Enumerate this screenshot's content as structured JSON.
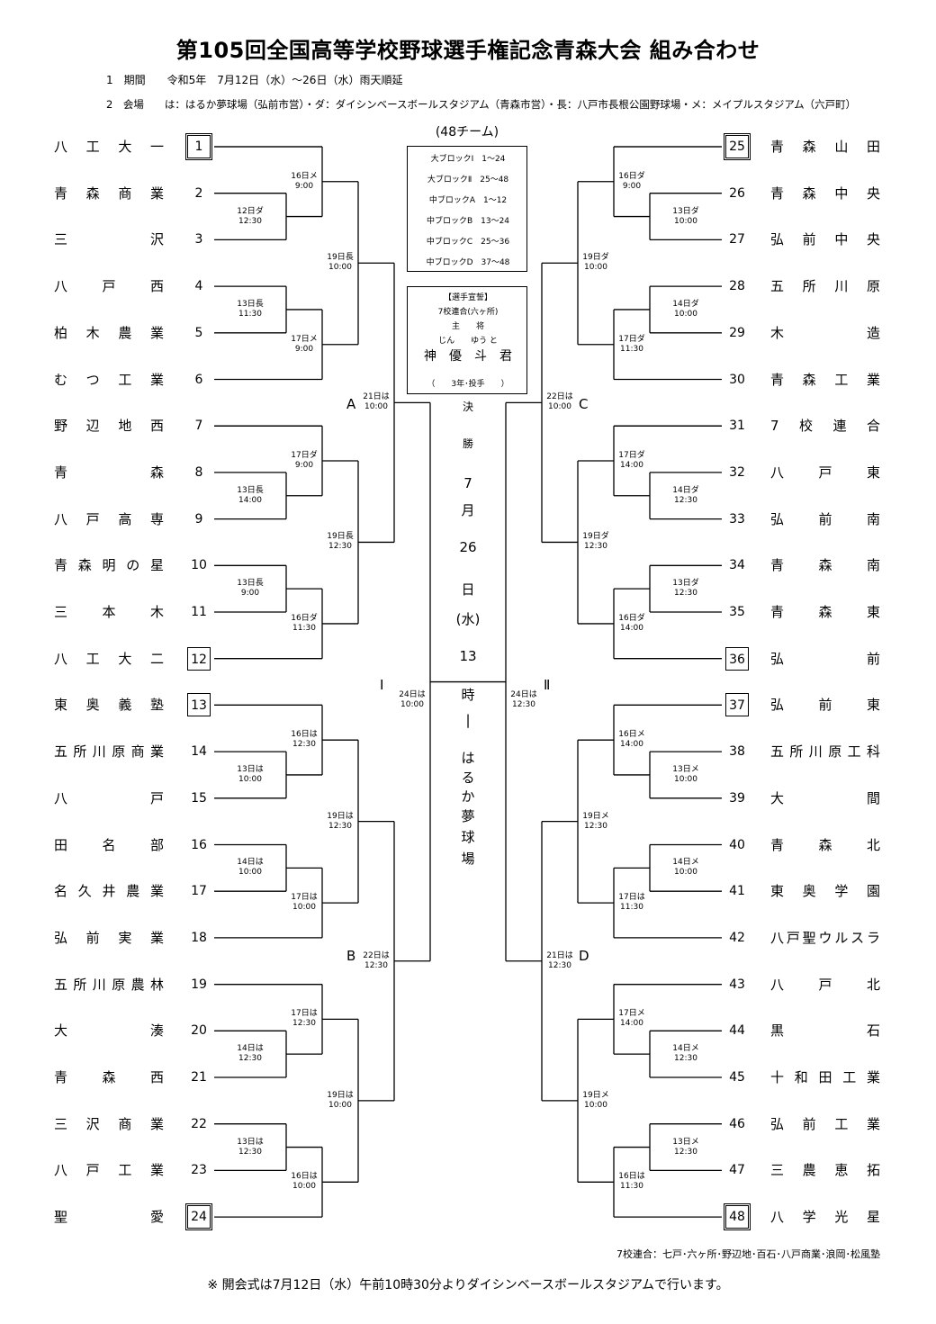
{
  "title": "第105回全国高等学校野球選手権記念青森大会 組み合わせ",
  "period": "1　期間　　令和5年　7月12日（水）～26日（水）雨天順延",
  "venues": "2　会場　　は：はるか夢球場（弘前市営）・ダ：ダイシンベースボールスタジアム（青森市営）・長：八戸市長根公園野球場・メ：メイプルスタジアム（六戸町）",
  "legend": {
    "title": "(48チーム)",
    "rows": [
      "大ブロックⅠ　1～24",
      "大ブロックⅡ　25～48",
      "中ブロックA　1～12",
      "中ブロックB　13～24",
      "中ブロックC　25～36",
      "中ブロックD　37～48"
    ]
  },
  "oath": {
    "rows": [
      "【選手宣誓】",
      "7校連合(六ヶ所)",
      "主　　将",
      "じん　　ゆう と",
      "神　優　斗　君",
      "（　　3年･投手　　）"
    ]
  },
  "final": {
    "chars": [
      "決",
      "勝",
      "7",
      "月",
      "26",
      "日",
      "(水)",
      "13",
      "時",
      "|",
      "は",
      "る",
      "か",
      "夢",
      "球",
      "場"
    ]
  },
  "blocks": {
    "A": "A",
    "B": "B",
    "C": "C",
    "D": "D",
    "I": "Ⅰ",
    "II": "Ⅱ"
  },
  "left_teams": [
    "八工大一",
    "青森商業",
    "三沢",
    "八戸西",
    "柏木農業",
    "むつ工業",
    "野辺地西",
    "青森",
    "八戸高専",
    "青森明の星",
    "三本木",
    "八工大二",
    "東奥義塾",
    "五所川原商業",
    "八戸",
    "田名部",
    "名久井農業",
    "弘前実業",
    "五所川原農林",
    "大湊",
    "青森西",
    "三沢商業",
    "八戸工業",
    "聖愛"
  ],
  "right_teams": [
    "青森山田",
    "青森中央",
    "弘前中央",
    "五所川原",
    "木造",
    "青森工業",
    "7校連合",
    "八戸東",
    "弘前南",
    "青森南",
    "青森東",
    "弘前",
    "弘前東",
    "五所川原工科",
    "大間",
    "青森北",
    "東奥学園",
    "八戸聖ウルスラ",
    "八戸北",
    "黒石",
    "十和田工業",
    "弘前工業",
    "三農恵拓",
    "八学光星"
  ],
  "left_nums": [
    "1",
    "2",
    "3",
    "4",
    "5",
    "6",
    "7",
    "8",
    "9",
    "10",
    "11",
    "12",
    "13",
    "14",
    "15",
    "16",
    "17",
    "18",
    "19",
    "20",
    "21",
    "22",
    "23",
    "24"
  ],
  "right_nums": [
    "25",
    "26",
    "27",
    "28",
    "29",
    "30",
    "31",
    "32",
    "33",
    "34",
    "35",
    "36",
    "37",
    "38",
    "39",
    "40",
    "41",
    "42",
    "43",
    "44",
    "45",
    "46",
    "47",
    "48"
  ],
  "games": {
    "L1": [
      "12日ダ",
      "12:30"
    ],
    "L2": [
      "16日メ",
      "9:00"
    ],
    "L3": [
      "13日長",
      "11:30"
    ],
    "L4": [
      "17日メ",
      "9:00"
    ],
    "L5": [
      "19日長",
      "10:00"
    ],
    "L6": [
      "13日長",
      "14:00"
    ],
    "L7": [
      "17日ダ",
      "9:00"
    ],
    "L8": [
      "13日長",
      "9:00"
    ],
    "L9": [
      "16日ダ",
      "11:30"
    ],
    "L10": [
      "19日長",
      "12:30"
    ],
    "LA": [
      "21日は",
      "10:00"
    ],
    "L11": [
      "13日は",
      "10:00"
    ],
    "L12": [
      "16日は",
      "12:30"
    ],
    "L13": [
      "14日は",
      "10:00"
    ],
    "L14": [
      "17日は",
      "10:00"
    ],
    "L15": [
      "19日は",
      "12:30"
    ],
    "L16": [
      "14日は",
      "12:30"
    ],
    "L17": [
      "17日は",
      "12:30"
    ],
    "L18": [
      "13日は",
      "12:30"
    ],
    "L19": [
      "16日は",
      "10:00"
    ],
    "L20": [
      "19日は",
      "10:00"
    ],
    "LB": [
      "22日は",
      "12:30"
    ],
    "LI": [
      "24日は",
      "10:00"
    ],
    "R1": [
      "13日ダ",
      "10:00"
    ],
    "R2": [
      "16日ダ",
      "9:00"
    ],
    "R3": [
      "14日ダ",
      "10:00"
    ],
    "R4": [
      "17日ダ",
      "11:30"
    ],
    "R5": [
      "19日ダ",
      "10:00"
    ],
    "R6": [
      "14日ダ",
      "12:30"
    ],
    "R7": [
      "17日ダ",
      "14:00"
    ],
    "R8": [
      "13日ダ",
      "12:30"
    ],
    "R9": [
      "16日ダ",
      "14:00"
    ],
    "R10": [
      "19日ダ",
      "12:30"
    ],
    "RC": [
      "22日は",
      "10:00"
    ],
    "R11": [
      "13日メ",
      "10:00"
    ],
    "R12": [
      "16日メ",
      "14:00"
    ],
    "R13": [
      "14日メ",
      "10:00"
    ],
    "R14": [
      "17日は",
      "11:30"
    ],
    "R15": [
      "19日メ",
      "12:30"
    ],
    "R16": [
      "14日メ",
      "12:30"
    ],
    "R17": [
      "17日メ",
      "14:00"
    ],
    "R18": [
      "13日メ",
      "12:30"
    ],
    "R19": [
      "16日は",
      "11:30"
    ],
    "R20": [
      "19日メ",
      "10:00"
    ],
    "RD": [
      "21日は",
      "12:30"
    ],
    "RII": [
      "24日は",
      "12:30"
    ]
  },
  "footnote_union": "7校連合：七戸･六ヶ所･野辺地･百石･八戸商業･浪岡･松風塾",
  "footnote_opening": "※ 開会式は7月12日（水）午前10時30分よりダイシンベースボールスタジアムで行います。"
}
